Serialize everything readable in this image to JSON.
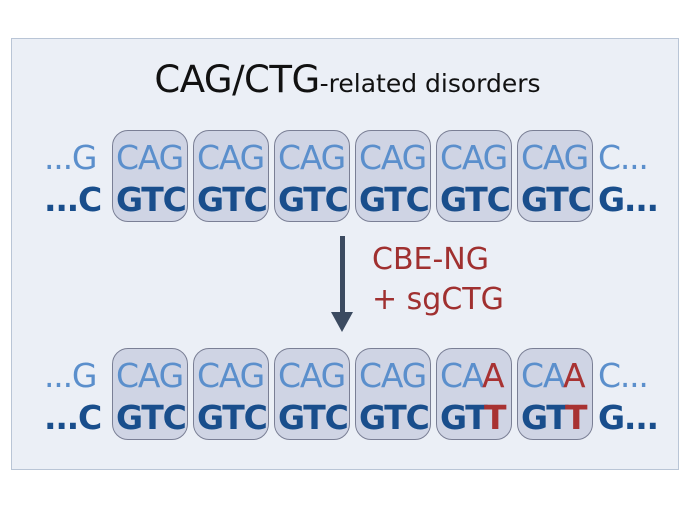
{
  "title": {
    "main": "CAG/CTG",
    "sub": "-related disorders"
  },
  "before": {
    "top": {
      "left": "...G",
      "units": [
        "CAG",
        "CAG",
        "CAG",
        "CAG",
        "CAG",
        "CAG"
      ],
      "right": "C..."
    },
    "bottom": {
      "left": "...C",
      "units": [
        "GTC",
        "GTC",
        "GTC",
        "GTC",
        "GTC",
        "GTC"
      ],
      "right": "G..."
    }
  },
  "reagent": {
    "line1": "CBE-NG",
    "line2": "+ sgCTG"
  },
  "after": {
    "top": {
      "left": "...G",
      "units": [
        "CAG",
        "CAG",
        "CAG",
        "CAG"
      ],
      "edited": [
        {
          "base": "CA",
          "mut": "A"
        },
        {
          "base": "CA",
          "mut": "A"
        }
      ],
      "right": "C..."
    },
    "bottom": {
      "left": "...C",
      "units": [
        "GTC",
        "GTC",
        "GTC",
        "GTC"
      ],
      "edited": [
        {
          "base": "GT",
          "mut": "T"
        },
        {
          "base": "GT",
          "mut": "T"
        }
      ],
      "right": "G..."
    }
  },
  "colors": {
    "top_strand": "#5b8fcc",
    "bottom_strand": "#194e8c",
    "mutation": "#a83232",
    "arrow": "#3b4a60"
  }
}
